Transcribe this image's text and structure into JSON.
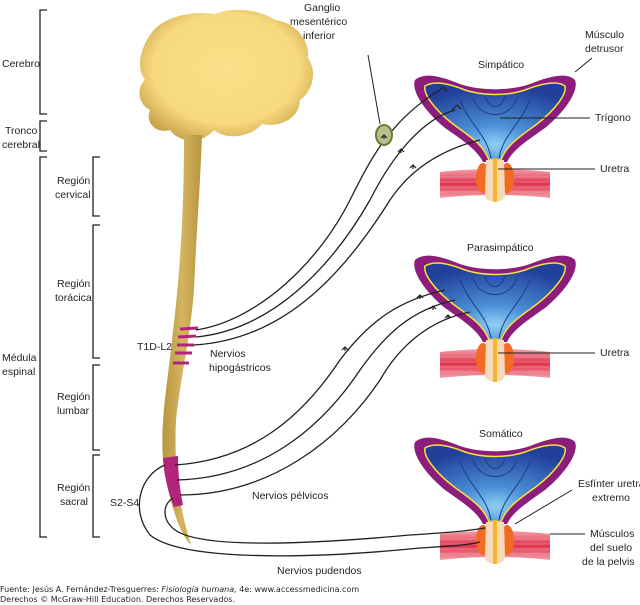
{
  "figure": {
    "type": "anatomical-diagram",
    "subject": "Innervation of the urinary bladder",
    "colors": {
      "brain": "#f7dc8a",
      "spinal_cord": "#c8a850",
      "segment_highlight": "#b2237c",
      "bladder_wall": "#8c1d7d",
      "bladder_lumen": "#2e5aa8",
      "bladder_outline": "#f7e23a",
      "sphincter": "#f26b23",
      "urethra": "#f7d9b8",
      "pelvic_muscle": "#e0324b",
      "ganglion": "#8a9a5b",
      "nerve": "#231f20"
    }
  },
  "brackets": {
    "cerebro": "Cerebro",
    "tronco_line1": "Tronco",
    "tronco_line2": "cerebral",
    "medula_line1": "Médula",
    "medula_line2": "espinal",
    "cervical_line1": "Región",
    "cervical_line2": "cervical",
    "toracica_line1": "Región",
    "toracica_line2": "torácica",
    "lumbar_line1": "Región",
    "lumbar_line2": "lumbar",
    "sacral_line1": "Región",
    "sacral_line2": "sacral"
  },
  "segments": {
    "thoracolumbar": "T1D-L2",
    "sacral": "S2-S4"
  },
  "nerves": {
    "hipogastricos_line1": "Nervios",
    "hipogastricos_line2": "hipogástricos",
    "pelvicos": "Nervios pélvicos",
    "pudendos": "Nervios pudendos"
  },
  "ganglion": {
    "line1": "Ganglio",
    "line2": "mesentérico",
    "line3": "inferior"
  },
  "bladders": [
    {
      "title": "Simpático",
      "labels": [
        "Músculo detrusor",
        "Trígono",
        "Uretra"
      ]
    },
    {
      "title": "Parasimpático",
      "labels": [
        "Uretra"
      ]
    },
    {
      "title": "Somático",
      "labels": [
        "Esfínter uretral extremo",
        "Músculos del suelo de la pelvis"
      ]
    }
  ],
  "bladder_labels": {
    "detrusor_line1": "Músculo",
    "detrusor_line2": "detrusor",
    "trigono": "Trígono",
    "uretra": "Uretra",
    "esfinter_line1": "Esfínter uretral",
    "esfinter_line2": "extremo",
    "musculos_line1": "Músculos",
    "musculos_line2": "del suelo",
    "musculos_line3": "de la pelvis"
  },
  "source": {
    "prefix": "Fuente: Jesús A. Fernández-Tresguerres: ",
    "book": "Fisiología humana,",
    "suffix": " 4e: www.accessmedicina.com",
    "copyright": "Derechos © McGraw-Hill Education. Derechos Reservados."
  }
}
